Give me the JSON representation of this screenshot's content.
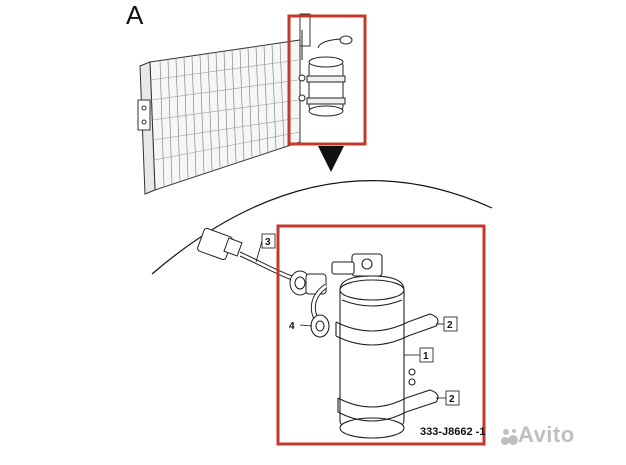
{
  "panel_letter": "A",
  "diagram_code": "333-J8662 -1",
  "watermark": "Avito",
  "callouts": {
    "c1": "1",
    "c2a": "2",
    "c2b": "2",
    "c3": "3",
    "c4": "4"
  },
  "colors": {
    "highlight": "#c0392b",
    "line": "#1a1a1a"
  }
}
